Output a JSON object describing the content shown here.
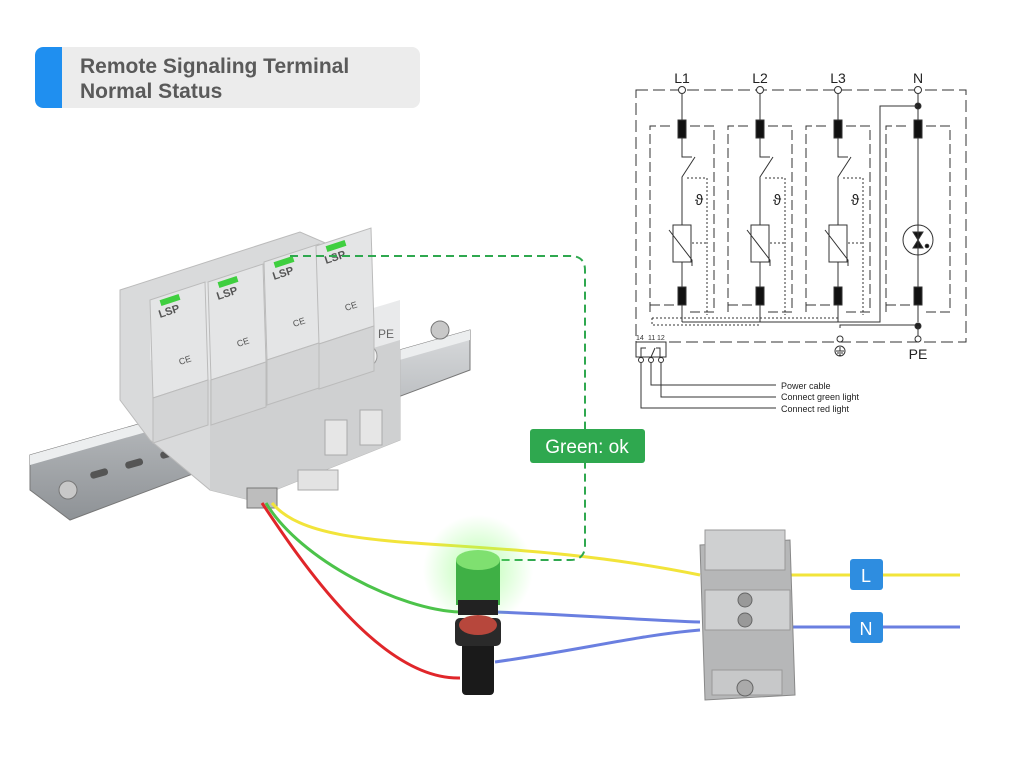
{
  "title": {
    "line1": "Remote Signaling Terminal",
    "line2": "Normal Status",
    "accent_color": "#1f8ff0"
  },
  "schematic": {
    "phases": [
      "L1",
      "L2",
      "L3",
      "N"
    ],
    "pe_label": "PE",
    "thermal_symbol": "ϑ",
    "terminal_numbers": [
      "14",
      "11",
      "12"
    ],
    "legend": [
      "Power cable",
      "Connect green light",
      "Connect red light"
    ]
  },
  "device": {
    "brand": "LSP",
    "pe_label": "PE",
    "ce_mark": "CE"
  },
  "status_label": {
    "text": "Green: ok",
    "color": "#2fa84f"
  },
  "terminal_labels": {
    "L": "L",
    "N": "N",
    "color": "#2e8de0"
  },
  "wire_colors": {
    "yellow": "#f2e43a",
    "green": "#4cc34a",
    "red": "#e0262a",
    "blue": "#6a7fe0"
  }
}
